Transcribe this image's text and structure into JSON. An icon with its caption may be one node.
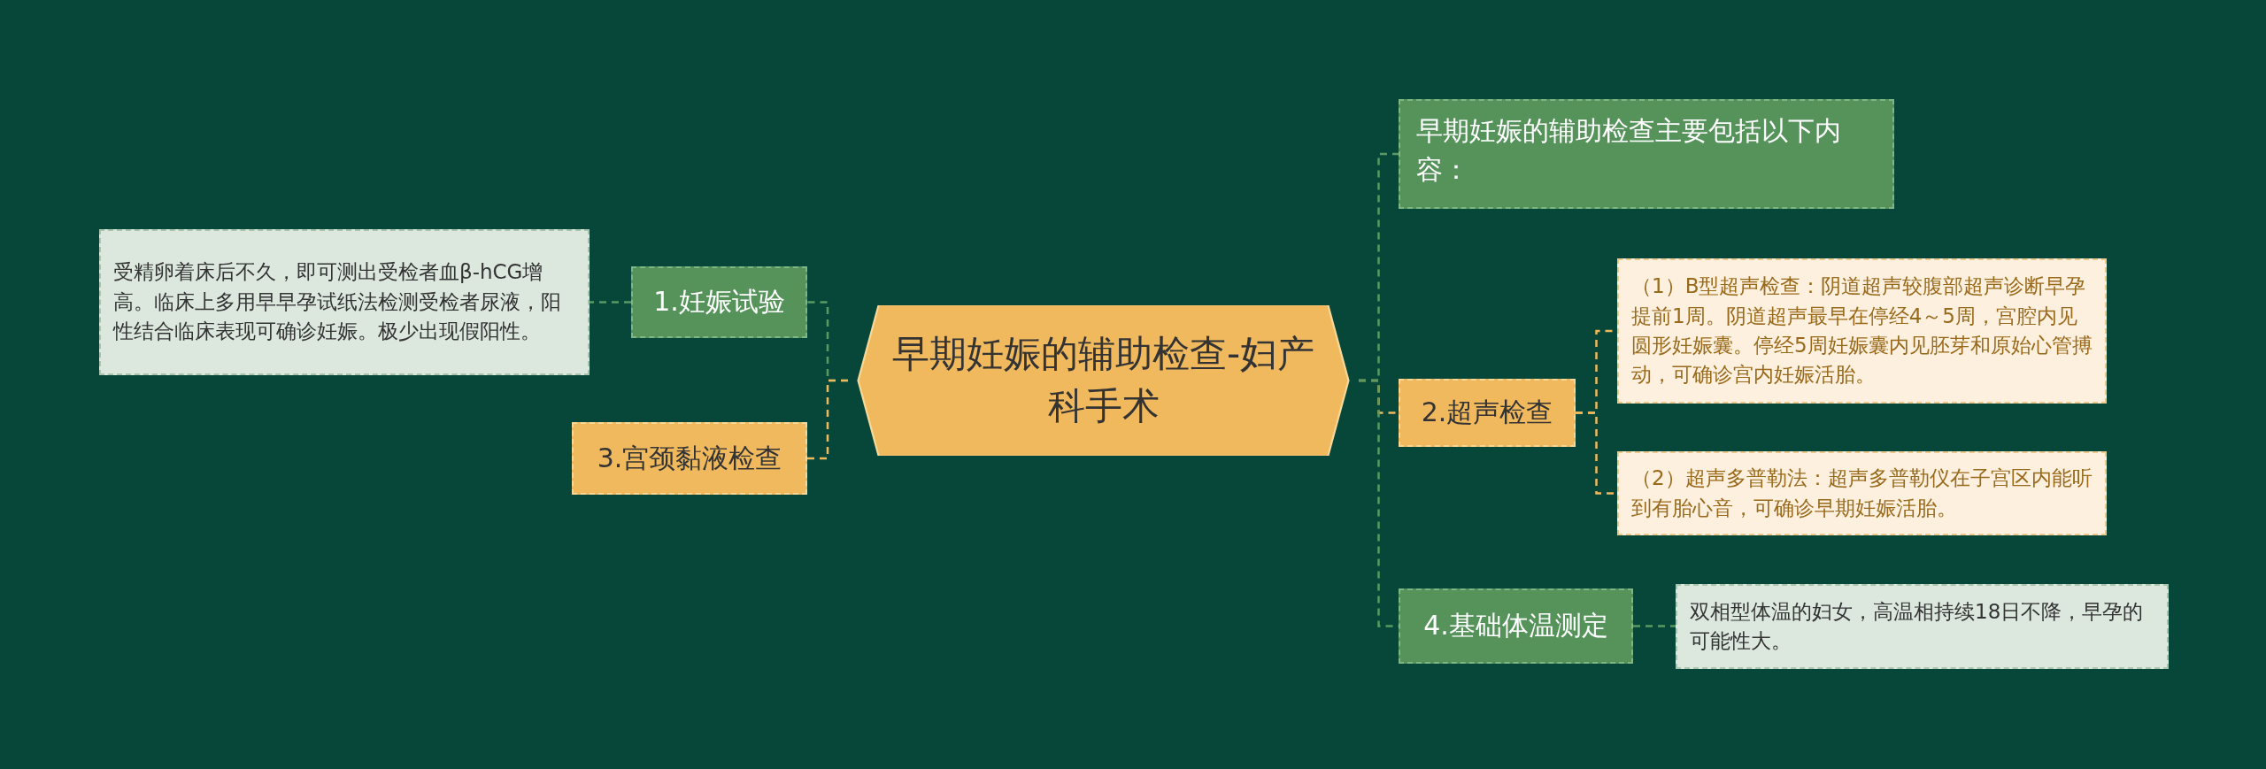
{
  "diagram": {
    "nodes": [
      {
        "text": [
          "早期妊娠的辅助检查-妇产科手术"
        ]
      },
      {
        "text": [
          "1.妊娠试验"
        ]
      },
      {
        "text": [
          "受精卵着床后不久，即可测出受检者血β-hCG增高。临床上多用早早孕试纸法检测受检者尿液，阳性结合临床表现可确诊妊娠。极少出现假阳性。"
        ]
      },
      {
        "text": [
          "3.宫颈黏液检查"
        ]
      },
      {
        "text": [
          "早期妊娠的辅助检查主要包括以下内容："
        ]
      },
      {
        "text": [
          "2.超声检查"
        ]
      },
      {
        "text": [
          "（1）B型超声检查：阴道超声较腹部超声诊断早孕提前1周。阴道超声最早在停经4～5周，宫腔内见圆形妊娠囊。停经5周妊娠囊内见胚芽和原始心管搏动，可确诊宫内妊娠活胎。"
        ]
      },
      {
        "text": [
          "（2）超声多普勒法：超声多普勒仪在子宫区内能听到有胎心音，可确诊早期妊娠活胎。"
        ]
      },
      {
        "text": [
          "4.基础体温测定"
        ]
      },
      {
        "text": [
          "双相型体温的妇女，高温相持续18日不降，早孕的可能性大。"
        ]
      }
    ],
    "edges": [
      {
        "from": 0,
        "to": 1,
        "arrow": "none",
        "style": "dashed"
      },
      {
        "from": 1,
        "to": 2,
        "arrow": "none",
        "style": "dashed"
      },
      {
        "from": 0,
        "to": 3,
        "arrow": "none",
        "style": "dashed",
        "color": "#f0b95e"
      },
      {
        "from": 0,
        "to": 4,
        "arrow": "none",
        "style": "dashed"
      },
      {
        "from": 0,
        "to": 5,
        "arrow": "none",
        "style": "dashed",
        "color": "#f0b95e"
      },
      {
        "from": 5,
        "to": 6,
        "arrow": "none",
        "style": "dashed",
        "color": "#f0b95e"
      },
      {
        "from": 5,
        "to": 7,
        "arrow": "none",
        "style": "dashed",
        "color": "#f0b95e"
      },
      {
        "from": 0,
        "to": 8,
        "arrow": "none",
        "style": "dashed"
      },
      {
        "from": 8,
        "to": 9,
        "arrow": "none",
        "style": "dashed"
      }
    ]
  }
}
